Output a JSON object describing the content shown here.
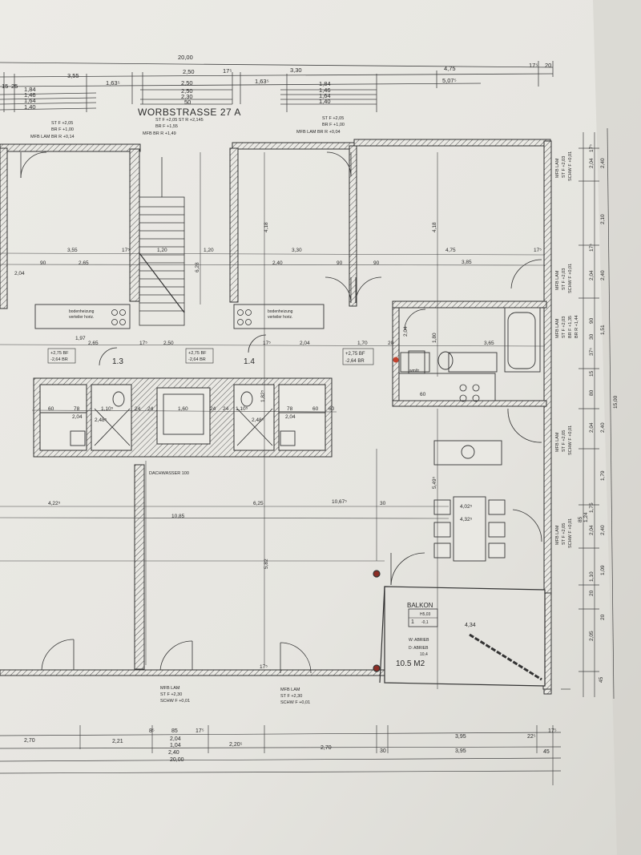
{
  "plan": {
    "street_name": "WORBSTRASSE",
    "street_number": "27 A",
    "balcony": {
      "label": "BALKON",
      "area": "10.5 M2",
      "width": "4,34",
      "legend_top": "H5,03",
      "legend_num": "1",
      "legend_val": "-0,1",
      "legend_w": "W: ABRIEB",
      "legend_d": "D: ABRIEB",
      "legend_h": "10,4"
    },
    "top_dims": {
      "overall": "20,00",
      "row1": [
        "3,55",
        "2,50",
        "17⁵",
        "3,30",
        "4,75",
        "17⁵",
        "20"
      ],
      "row2": [
        "15",
        "25",
        "1,63⁵",
        "2,50",
        "1,63⁵",
        "5,07⁵"
      ],
      "row3": [
        "1,84",
        "1,46",
        "1,64",
        "1,40",
        "2,50",
        "2,30",
        "50",
        "1,84",
        "1,46",
        "1,64",
        "1,40"
      ]
    },
    "window_specs": {
      "top_left": [
        "ST F +2,05",
        "BR F +1,00",
        "MFB LAM   BR R +0,14"
      ],
      "top_mid": [
        "ST F +2,05   ST R +2,145",
        "BR F +1,55",
        "MFB   BR R +1,49"
      ],
      "top_right": [
        "ST F +2,05",
        "BR F +1,00",
        "MFB LAM   BR R +0,04"
      ],
      "right_1": [
        "MFB LAM",
        "ST F +2,03",
        "SCHW F +0,01"
      ],
      "right_2": [
        "MFB LAM",
        "ST F +2,03",
        "SCHW F +0,01"
      ],
      "right_3": [
        "MFB LAM",
        "ST F +2,03",
        "BR F +1,35",
        "BR R +1,44"
      ],
      "right_4": [
        "MFB LAM",
        "ST F +2,05",
        "SCHW F +0,01"
      ],
      "right_5": [
        "MFB LAM",
        "ST F +2,05",
        "SCHW F +0,01"
      ],
      "bottom_1": [
        "MFB LAM",
        "ST F +2,30",
        "SCHW F +0,01"
      ],
      "bottom_2": [
        "MFB LAM",
        "ST F +2,30",
        "SCHW F +0,01"
      ]
    },
    "interior_labels": {
      "stair": "1.3",
      "lobby": "1.4",
      "dachwasser": "DACHWASSER 100",
      "heat_1": [
        "bodenheizung",
        "verteiler horiz."
      ],
      "heat_2": [
        "bodenheizung",
        "verteiler horiz."
      ],
      "level_1": [
        "+2,75 BF",
        "-2,64 BR"
      ],
      "level_2": [
        "+2,75 BF",
        "-2,64 BR"
      ],
      "level_3": [
        "+2,75 BF",
        "-2,64 BR"
      ],
      "table_a": "4,02⁵",
      "table_b": "4,32⁵",
      "wm": "wm/tr"
    },
    "interior_dims": [
      "3,55",
      "3,30",
      "4,75",
      "2,65",
      "2,40",
      "90",
      "90",
      "3,85",
      "90",
      "17⁵",
      "2,04",
      "2,65",
      "2,50",
      "17⁵",
      "1,97",
      "1,20",
      "1,20",
      "4,18",
      "4,18",
      "6,28",
      "1,70",
      "20",
      "2,04",
      "1,80",
      "3,65",
      "2,04",
      "17⁵",
      "60",
      "78",
      "60",
      "2,04",
      "1,10⁵",
      "24",
      "24",
      "1,60",
      "24",
      "24",
      "1,10⁵",
      "78",
      "60",
      "2,04",
      "2,48⁵",
      "2,48⁵",
      "1,82⁵",
      "10,67⁵",
      "4,22⁵",
      "10,85",
      "6,25",
      "30",
      "5,82",
      "5,49⁵",
      "60",
      "17⁵",
      "17⁵"
    ],
    "right_dims": [
      "17⁵",
      "2,04",
      "2,40",
      "2,10",
      "17⁵",
      "2,04",
      "2,40",
      "1,51",
      "90",
      "30",
      "37⁵",
      "15",
      "80",
      "2,04",
      "2,40",
      "1,79",
      "2,04",
      "2,40",
      "1,75",
      "1,24",
      "85",
      "1,10",
      "1,09",
      "20",
      "20",
      "2,05",
      "45",
      "15,00"
    ],
    "bottom_dims": {
      "row1": [
        "2,70",
        "2,21",
        "8⁵",
        "85",
        "17⁵",
        "2,20⁵",
        "2,70",
        "3,95",
        "22⁵",
        "17⁵"
      ],
      "row2": [
        "2,04",
        "1,04",
        "2,40",
        "30",
        "3,95",
        "45"
      ],
      "overall": "20,00"
    }
  }
}
